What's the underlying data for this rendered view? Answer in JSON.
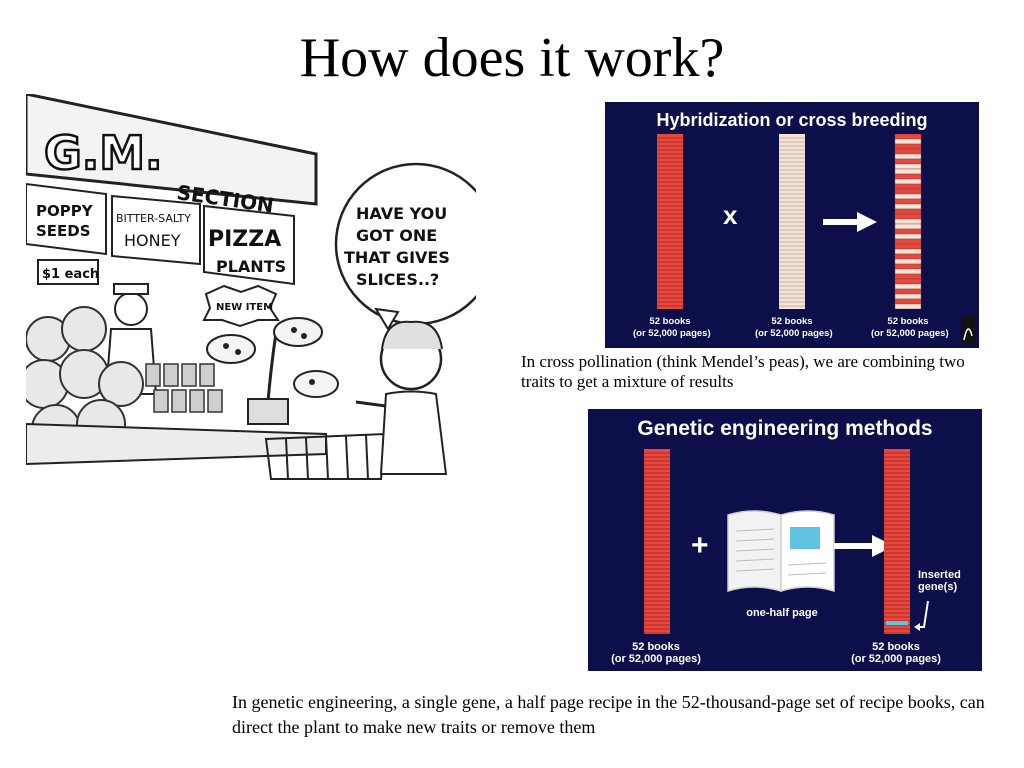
{
  "slide": {
    "title": "How does it work?"
  },
  "cartoon": {
    "sign_main": "G.M.",
    "sign_section": "SECTION",
    "label_poppy_1": "POPPY",
    "label_poppy_2": "SEEDS",
    "label_honey_1": "BITTER-SALTY",
    "label_honey_2": "HONEY",
    "label_pizza_1": "PIZZA",
    "label_pizza_2": "PLANTS",
    "price_tag": "$1 each",
    "new_item": "NEW ITEM",
    "speech_1": "HAVE YOU",
    "speech_2": "GOT ONE",
    "speech_3": "THAT GIVES",
    "speech_4": "SLICES..?"
  },
  "hybrid_panel": {
    "title": "Hybridization or cross breeding",
    "times_symbol": "x",
    "labels": [
      {
        "line1": "52 books",
        "line2": "(or 52,000 pages)"
      },
      {
        "line1": "52 books",
        "line2": "(or 52,000 pages)"
      },
      {
        "line1": "52 books",
        "line2": "(or 52,000 pages)"
      }
    ],
    "colors": {
      "red": "#e5483c",
      "cream": "#f4e4d8",
      "bg": "#0d0f4a"
    }
  },
  "hybrid_caption": "In cross pollination (think Mendel’s peas), we are combining two traits to get a mixture of results",
  "genetic_panel": {
    "title": "Genetic engineering methods",
    "plus_symbol": "+",
    "half_page_label": "one-half page",
    "inserted_1": "Inserted",
    "inserted_2": "gene(s)",
    "labels": [
      {
        "line1": "52 books",
        "line2": "(or 52,000 pages)"
      },
      {
        "line1": "52 books",
        "line2": "(or 52,000 pages)"
      }
    ]
  },
  "genetic_caption": "In genetic engineering, a single gene, a half page recipe in the 52-thousand-page set of recipe books, can direct the plant to make new traits or remove them"
}
